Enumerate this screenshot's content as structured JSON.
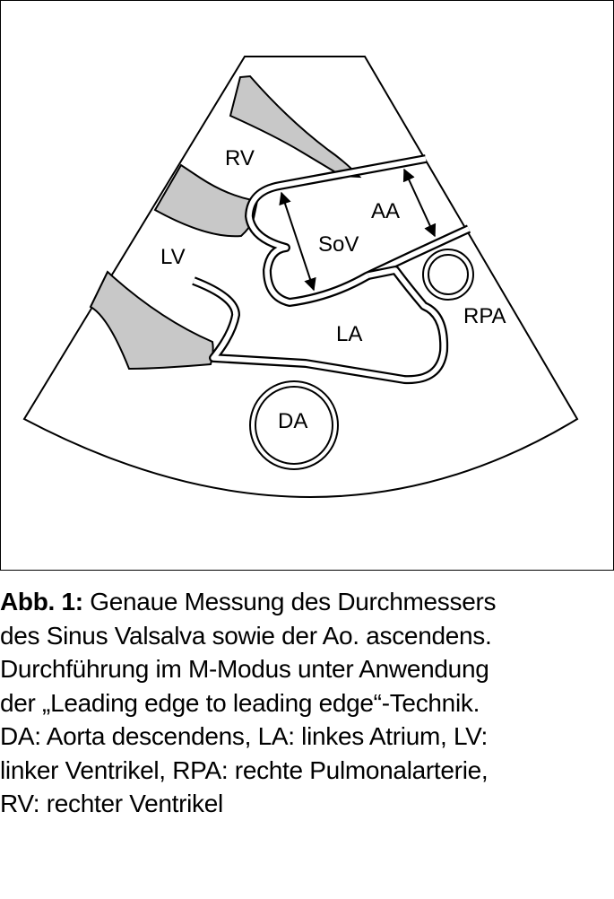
{
  "diagram": {
    "labels": {
      "rv": "RV",
      "lv": "LV",
      "aa": "AA",
      "sov": "SoV",
      "la": "LA",
      "rpa": "RPA",
      "da": "DA"
    },
    "colors": {
      "muscle_fill": "#c8c8c8",
      "stroke": "#000000",
      "background": "#ffffff"
    }
  },
  "caption": {
    "bold_prefix": "Abb. 1:",
    "line1_rest": " Genaue Messung des Durchmessers",
    "line2": "des Sinus Valsalva sowie der Ao. ascendens.",
    "line3": "Durchführung im M-Modus unter Anwendung",
    "line4": "der „Leading edge to leading edge“-Technik.",
    "line5": "DA: Aorta descendens, LA: linkes Atrium, LV:",
    "line6": "linker Ventrikel, RPA: rechte Pulmonalarterie,",
    "line7": "RV: rechter Ventrikel"
  }
}
